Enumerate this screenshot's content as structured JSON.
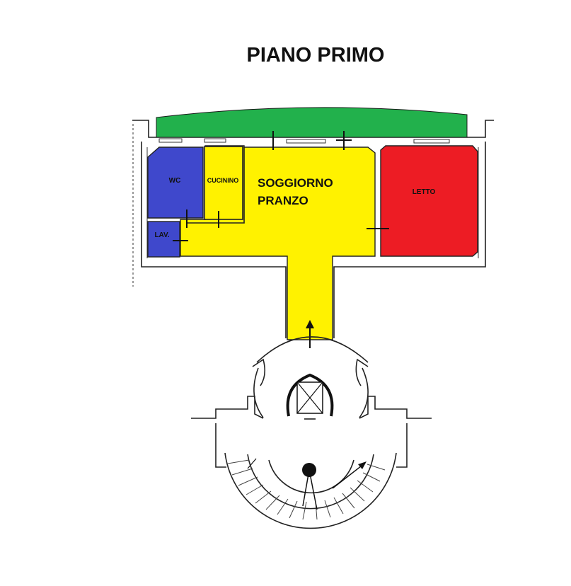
{
  "title": "PIANO PRIMO",
  "rooms": {
    "wc": "WC",
    "cucinino": "CUCININO",
    "soggiorno_line1": "SOGGIORNO",
    "soggiorno_line2": "PRANZO",
    "letto": "LETTO",
    "lavanderia": "LAV."
  },
  "colors": {
    "terrace": "#22b14c",
    "living": "#fff200",
    "bedroom": "#ed1c24",
    "service": "#3f48cc",
    "walls": "#222222",
    "background": "#ffffff"
  },
  "icons": [
    "elevator-icon",
    "stair-direction-arrow-icon",
    "entry-arrow-icon"
  ]
}
